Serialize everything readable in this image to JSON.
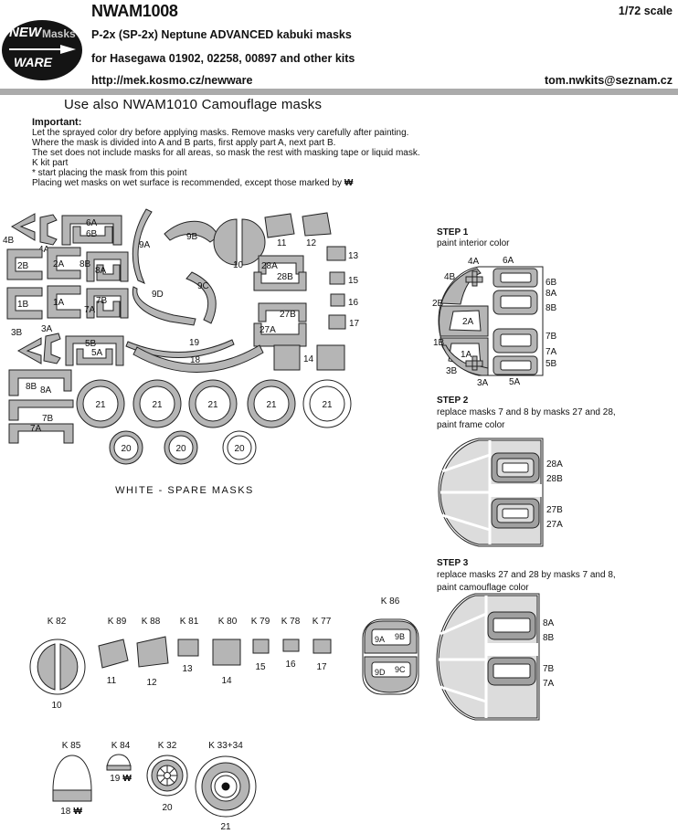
{
  "header": {
    "logo": {
      "word1": "NEW",
      "word2": "Masks",
      "word3": "WARE"
    },
    "title": "NWAM1008",
    "scale": "1/72 scale",
    "line1": "P-2x (SP-2x) Neptune ADVANCED kabuki masks",
    "line2": "for Hasegawa 01902, 02258, 00897 and other kits",
    "url": "http://mek.kosmo.cz/newware",
    "email": "tom.nwkits@seznam.cz"
  },
  "banner": "Use also NWAM1010 Camouflage masks",
  "important": {
    "heading": "Important:",
    "lines": [
      "Let the sprayed color dry before applying masks. Remove masks very carefully after painting.",
      "Where the mask is divided into A and B parts, first apply part A, next part B.",
      "The set does not include masks for all areas, so mask the rest with masking tape or liquid mask.",
      "K kit part",
      "* start placing the mask from this point",
      "Placing wet masks on wet surface is recommended, except those marked by"
    ]
  },
  "icons": {
    "no_wet_mark": "₩"
  },
  "sheet": {
    "labels": {
      "n4B": "4B",
      "n4A": "4A",
      "n6A": "6A",
      "n6B": "6B",
      "n9A": "9A",
      "n9B": "9B",
      "n10": "10",
      "n11": "11",
      "n12": "12",
      "n13": "13",
      "n2B": "2B",
      "n2A": "2A",
      "n8B": "8B",
      "n8A": "8A",
      "n28A": "28A",
      "n28B": "28B",
      "n15": "15",
      "n9D": "9D",
      "n9C": "9C",
      "n16": "16",
      "n1B": "1B",
      "n1A": "1A",
      "n7B": "7B",
      "n7A": "7A",
      "n27B": "27B",
      "n27A": "27A",
      "n17": "17",
      "n3B": "3B",
      "n3A": "3A",
      "n5B": "5B",
      "n5A": "5A",
      "n19": "19",
      "n18": "18",
      "n14": "14",
      "n21": "21",
      "n20": "20"
    },
    "spare_note": "WHITE - SPARE MASKS"
  },
  "steps": [
    {
      "title": "STEP 1",
      "desc": [
        "paint interior color"
      ],
      "labels": {
        "t4A": "4A",
        "t6A": "6A",
        "l4B": "4B",
        "l2B": "2B",
        "l1B": "1B",
        "l3B": "3B",
        "r6B": "6B",
        "r8A": "8A",
        "r8B": "8B",
        "r7B": "7B",
        "r7A": "7A",
        "r5B": "5B",
        "c2A": "2A",
        "c1A": "1A",
        "b3A": "3A",
        "b5A": "5A"
      }
    },
    {
      "title": "STEP 2",
      "desc": [
        "replace masks 7 and 8 by masks 27 and 28,",
        "paint frame color"
      ],
      "labels": {
        "w1": "28A",
        "w2": "28B",
        "w3": "27B",
        "w4": "27A"
      }
    },
    {
      "title": "STEP 3",
      "desc": [
        "replace masks 27 and 28 by masks 7 and 8,",
        "paint camouflage color"
      ],
      "labels": {
        "w1": "8A",
        "w2": "8B",
        "w3": "7B",
        "w4": "7A"
      }
    }
  ],
  "parts_row1": [
    {
      "name": "K 82",
      "num": "10"
    },
    {
      "name": "K 89",
      "num": "11"
    },
    {
      "name": "K 88",
      "num": "12"
    },
    {
      "name": "K 81",
      "num": "13"
    },
    {
      "name": "K 80",
      "num": "14"
    },
    {
      "name": "K 79",
      "num": "15"
    },
    {
      "name": "K 78",
      "num": "16"
    },
    {
      "name": "K 77",
      "num": "17"
    },
    {
      "name": "K 86",
      "windows": {
        "a": "9A",
        "b": "9B",
        "d": "9D",
        "c": "9C"
      }
    }
  ],
  "parts_row2": [
    {
      "name": "K 85",
      "num": "18"
    },
    {
      "name": "K 84",
      "num": "19"
    },
    {
      "name": "K 32",
      "num": "20"
    },
    {
      "name": "K 33+34",
      "num": "21"
    }
  ],
  "colors": {
    "mask": "#b5b5b5",
    "light": "#dcdcdc",
    "frame": "#a0a0a0",
    "divider": "#ababab"
  }
}
